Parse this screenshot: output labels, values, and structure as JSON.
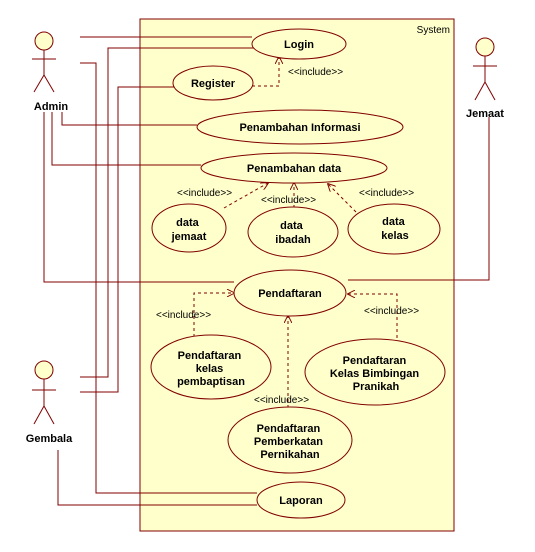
{
  "system": {
    "label": "System"
  },
  "actors": {
    "admin": "Admin",
    "jemaat": "Jemaat",
    "gembala": "Gembala"
  },
  "use_cases": {
    "login": "Login",
    "register": "Register",
    "penambahan_informasi": "Penambahan Informasi",
    "penambahan_data": "Penambahan data",
    "data_jemaat": [
      "data",
      "jemaat"
    ],
    "data_ibadah": [
      "data",
      "ibadah"
    ],
    "data_kelas": [
      "data",
      "kelas"
    ],
    "pendaftaran": "Pendaftaran",
    "pendaftaran_kelas_pembaptisan": [
      "Pendaftaran",
      "kelas",
      "pembaptisan"
    ],
    "pendaftaran_kelas_bimbingan_pranikah": [
      "Pendaftaran",
      "Kelas Bimbingan",
      "Pranikah"
    ],
    "pendaftaran_pemberkatan_pernikahan": [
      "Pendaftaran",
      "Pemberkatan",
      "Pernikahan"
    ],
    "laporan": "Laporan"
  },
  "stereotypes": {
    "include": "<<include>>"
  },
  "colors": {
    "system_fill": "#FFFFCC",
    "usecase_fill": "#FFFFCC",
    "line": "#800000"
  }
}
